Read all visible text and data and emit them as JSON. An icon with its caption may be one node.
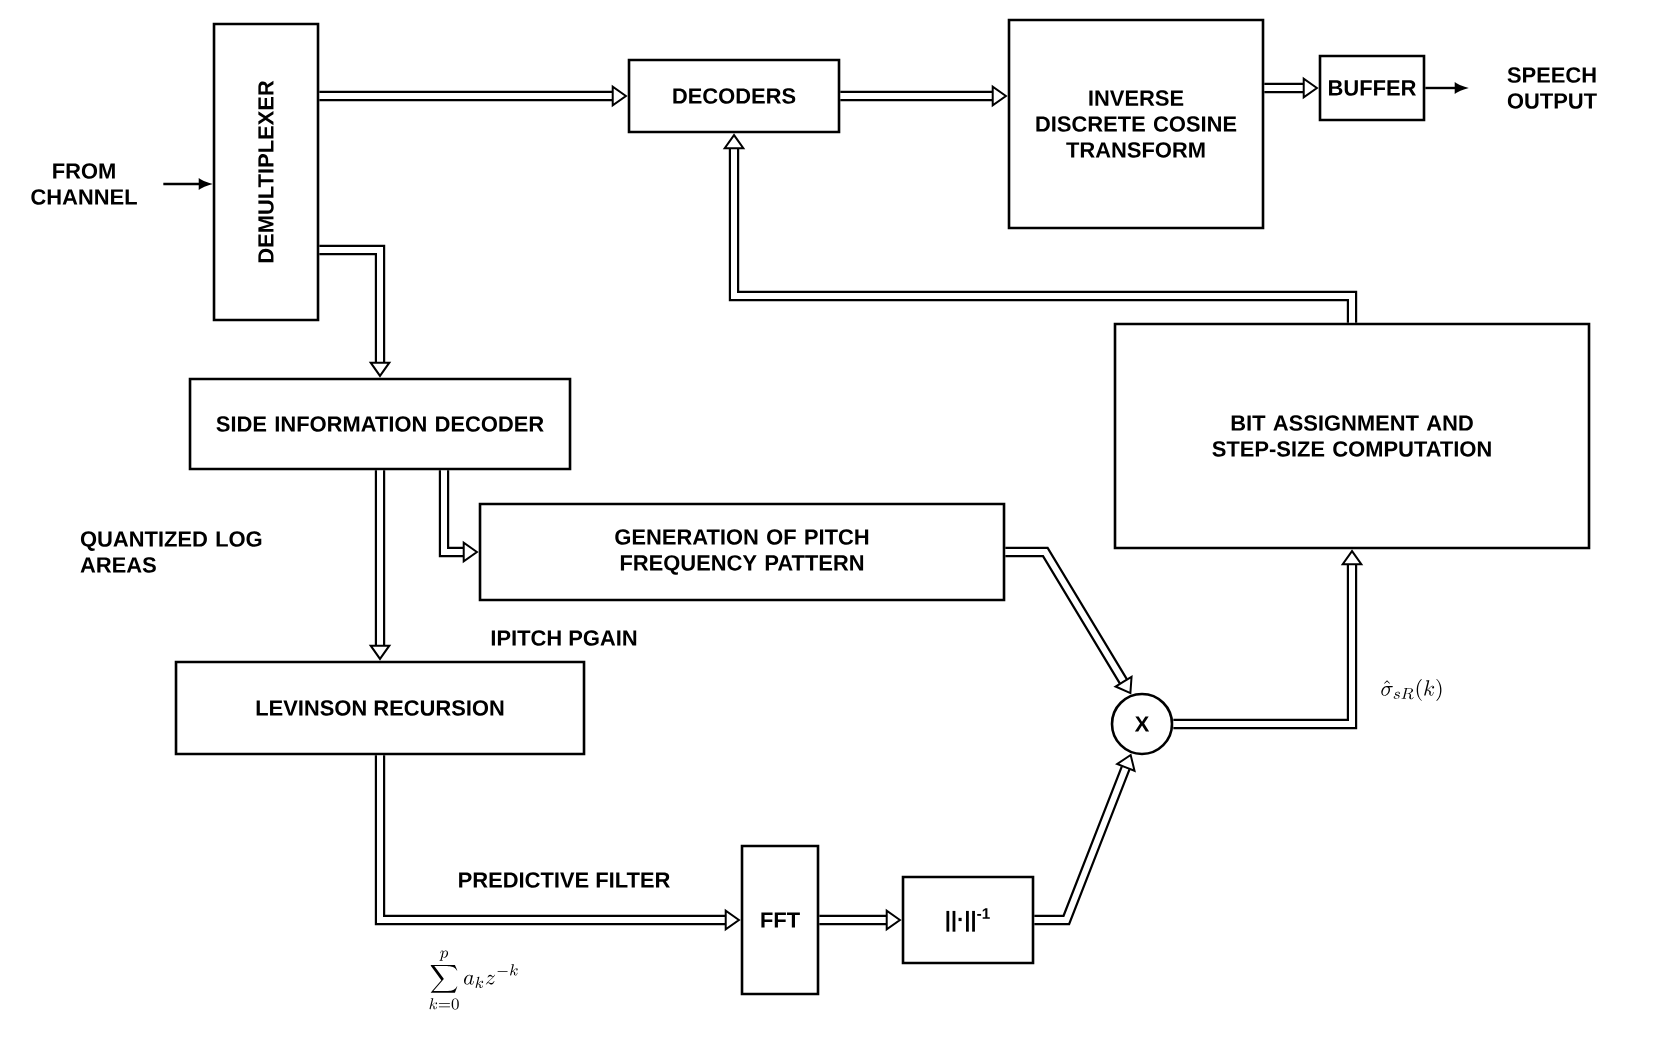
{
  "diagram": {
    "nodes": [
      {
        "text": [
          "DEMULTIPLEXER"
        ]
      },
      {
        "text": [
          "DECODERS"
        ]
      },
      {
        "text": [
          "INVERSE DISCRETE COSINE TRANSFORM"
        ]
      },
      {
        "text": [
          "BUFFER"
        ]
      },
      {
        "text": [
          "SIDE INFORMATION DECODER"
        ]
      },
      {
        "text": [
          "GENERATION OF PITCH FREQUENCY PATTERN"
        ]
      },
      {
        "text": [
          "LEVINSON RECURSION"
        ]
      },
      {
        "text": [
          "BIT ASSIGNMENT AND STEP-SIZE COMPUTATION"
        ]
      },
      {
        "text": [
          "FFT"
        ]
      },
      {
        "text": [
          "||·||$^{-1}$"
        ]
      },
      {
        "text": [
          "X"
        ]
      },
      {
        "text": [
          "FROM CHANNEL"
        ]
      },
      {
        "text": [
          "SPEECH OUTPUT"
        ]
      }
    ],
    "edges": [
      {
        "from": 11,
        "to": 0,
        "arrow": "to"
      },
      {
        "from": 0,
        "to": 1,
        "arrow": "to"
      },
      {
        "from": 1,
        "to": 2,
        "arrow": "to"
      },
      {
        "from": 2,
        "to": 3,
        "arrow": "to"
      },
      {
        "from": 3,
        "to": 12,
        "arrow": "to"
      },
      {
        "from": 0,
        "to": 4,
        "arrow": "to"
      },
      {
        "from": 4,
        "to": 6,
        "arrow": "to"
      },
      {
        "from": 4,
        "to": 5,
        "arrow": "to"
      },
      {
        "from": 6,
        "to": 8,
        "arrow": "to",
        "label": "PREDICTIVE FILTER"
      },
      {
        "from": 8,
        "to": 9,
        "arrow": "to"
      },
      {
        "from": 5,
        "to": 10,
        "arrow": "to"
      },
      {
        "from": 9,
        "to": 10,
        "arrow": "to"
      },
      {
        "from": 10,
        "to": 7,
        "arrow": "to"
      },
      {
        "from": 7,
        "to": 1,
        "arrow": "to"
      }
    ],
    "labels": [
      "QUANTIZED LOG AREAS",
      "IPITCH PGAIN",
      "\\sum_{k=0}^{p} a_k z^{-k}",
      "\\hat{\\sigma}_{sR}(k)"
    ]
  }
}
